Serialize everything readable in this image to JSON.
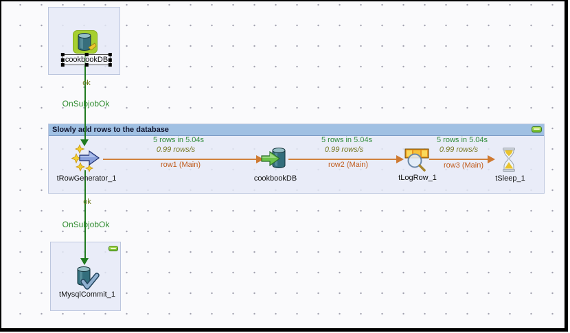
{
  "top_group": {
    "component_label": "cookbookDB",
    "component_icon": "mysql-connection-icon",
    "trigger_short": "ok",
    "trigger_label": "OnSubjobOk"
  },
  "main_subjob": {
    "title": "Slowly add rows to the database",
    "minimize_icon": "minimize-icon",
    "components": [
      {
        "label": "tRowGenerator_1",
        "icon": "row-generator-icon"
      },
      {
        "label": "cookbookDB",
        "icon": "mysql-output-icon"
      },
      {
        "label": "tLogRow_1",
        "icon": "logrow-magnifier-icon"
      },
      {
        "label": "tSleep_1",
        "icon": "hourglass-icon"
      }
    ],
    "connections": [
      {
        "stats": "5 rows in 5.04s",
        "rate": "0.99 rows/s",
        "label": "row1 (Main)"
      },
      {
        "stats": "5 rows in 5.04s",
        "rate": "0.99 rows/s",
        "label": "row2 (Main)"
      },
      {
        "stats": "5 rows in 5.04s",
        "rate": "0.99 rows/s",
        "label": "row3 (Main)"
      }
    ]
  },
  "bottom_group": {
    "trigger_short": "ok",
    "trigger_label": "OnSubjobOk",
    "component_label": "tMysqlCommit_1",
    "component_icon": "mysql-commit-icon",
    "minimize_icon": "minimize-icon"
  },
  "colors": {
    "stats_green": "#2f8b3a",
    "rate_olive": "#75761f",
    "row_label_orange": "#c05c1d",
    "flow_line_orange": "#d0803c",
    "trigger_green": "#1f7a1f",
    "trigger_ok_olive": "#6e7a1e",
    "subjob_title_bg": "#a0c0e3",
    "subjob_body_bg": "#e5e9f6",
    "minimize_green": "#66b226"
  }
}
